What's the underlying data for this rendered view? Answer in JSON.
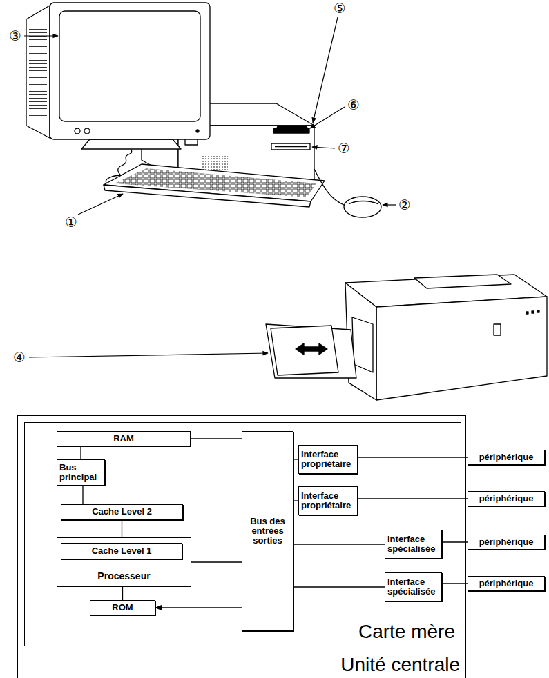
{
  "diagram": {
    "nodes": [
      {
        "text": [
          "Unité centrale"
        ]
      },
      {
        "text": [
          "Carte mère"
        ],
        "in": 0
      },
      {
        "text": [
          "RAM"
        ],
        "in": 1
      },
      {
        "text": [
          "Bus principal"
        ],
        "in": 1
      },
      {
        "text": [
          "Cache Level 2"
        ],
        "in": 1
      },
      {
        "text": [
          "Processeur"
        ],
        "in": 1
      },
      {
        "text": [
          "Cache Level 1"
        ],
        "in": 5
      },
      {
        "text": [
          "ROM"
        ],
        "in": 1
      },
      {
        "text": [
          "Bus des entrées sorties"
        ],
        "in": 1
      },
      {
        "text": [
          "Interface propriétaire"
        ],
        "in": 1
      },
      {
        "text": [
          "Interface propriétaire"
        ],
        "in": 1
      },
      {
        "text": [
          "Interface spécialisée"
        ],
        "in": 1
      },
      {
        "text": [
          "Interface spécialisée"
        ],
        "in": 1
      },
      {
        "text": [
          "périphérique"
        ]
      },
      {
        "text": [
          "périphérique"
        ]
      },
      {
        "text": [
          "périphérique"
        ]
      },
      {
        "text": [
          "périphérique"
        ]
      }
    ],
    "edges": [
      {
        "from": 2,
        "to": 3,
        "arrow": "none"
      },
      {
        "from": 3,
        "to": 4,
        "arrow": "none"
      },
      {
        "from": 4,
        "to": 5,
        "arrow": "none"
      },
      {
        "from": 5,
        "to": 7,
        "arrow": "none"
      },
      {
        "from": 2,
        "to": 8,
        "arrow": "none"
      },
      {
        "from": 5,
        "to": 8,
        "arrow": "none"
      },
      {
        "from": 8,
        "to": 7,
        "arrow": "to"
      },
      {
        "from": 8,
        "to": 9,
        "arrow": "none"
      },
      {
        "from": 8,
        "to": 10,
        "arrow": "none"
      },
      {
        "from": 8,
        "to": 11,
        "arrow": "none"
      },
      {
        "from": 8,
        "to": 12,
        "arrow": "none"
      },
      {
        "from": 9,
        "to": 13,
        "arrow": "none"
      },
      {
        "from": 10,
        "to": 14,
        "arrow": "none"
      },
      {
        "from": 11,
        "to": 15,
        "arrow": "none"
      },
      {
        "from": 12,
        "to": 16,
        "arrow": "none"
      }
    ],
    "labels": [
      "⑤",
      "③",
      "⑥",
      "⑦",
      "②",
      "①",
      "④"
    ]
  }
}
